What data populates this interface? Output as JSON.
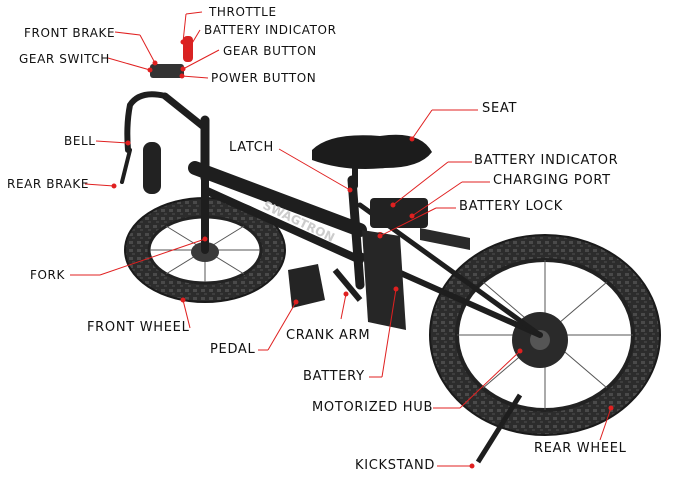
{
  "labels": {
    "throttle": "THROTTLE",
    "front_brake": "FRONT BRAKE",
    "battery_indicator_top": "BATTERY INDICATOR",
    "gear_button": "GEAR BUTTON",
    "gear_switch": "GEAR SWITCH",
    "power_button": "POWER BUTTON",
    "seat": "SEAT",
    "bell": "BELL",
    "latch": "LATCH",
    "rear_brake": "REAR BRAKE",
    "battery_indicator": "BATTERY INDICATOR",
    "charging_port": "CHARGING PORT",
    "battery_lock": "BATTERY LOCK",
    "fork": "FORK",
    "front_wheel": "FRONT WHEEL",
    "crank_arm": "CRANK ARM",
    "pedal": "PEDAL",
    "battery": "BATTERY",
    "motorized_hub": "MOTORIZED HUB",
    "rear_wheel": "REAR WHEEL",
    "kickstand": "KICKSTAND"
  },
  "frame_brand": "SWAGTRON",
  "colors": {
    "leader_line": "#e02020",
    "label_text": "#111111",
    "bike_body": "#1e1e1e",
    "tire": "#2a2a2a"
  }
}
